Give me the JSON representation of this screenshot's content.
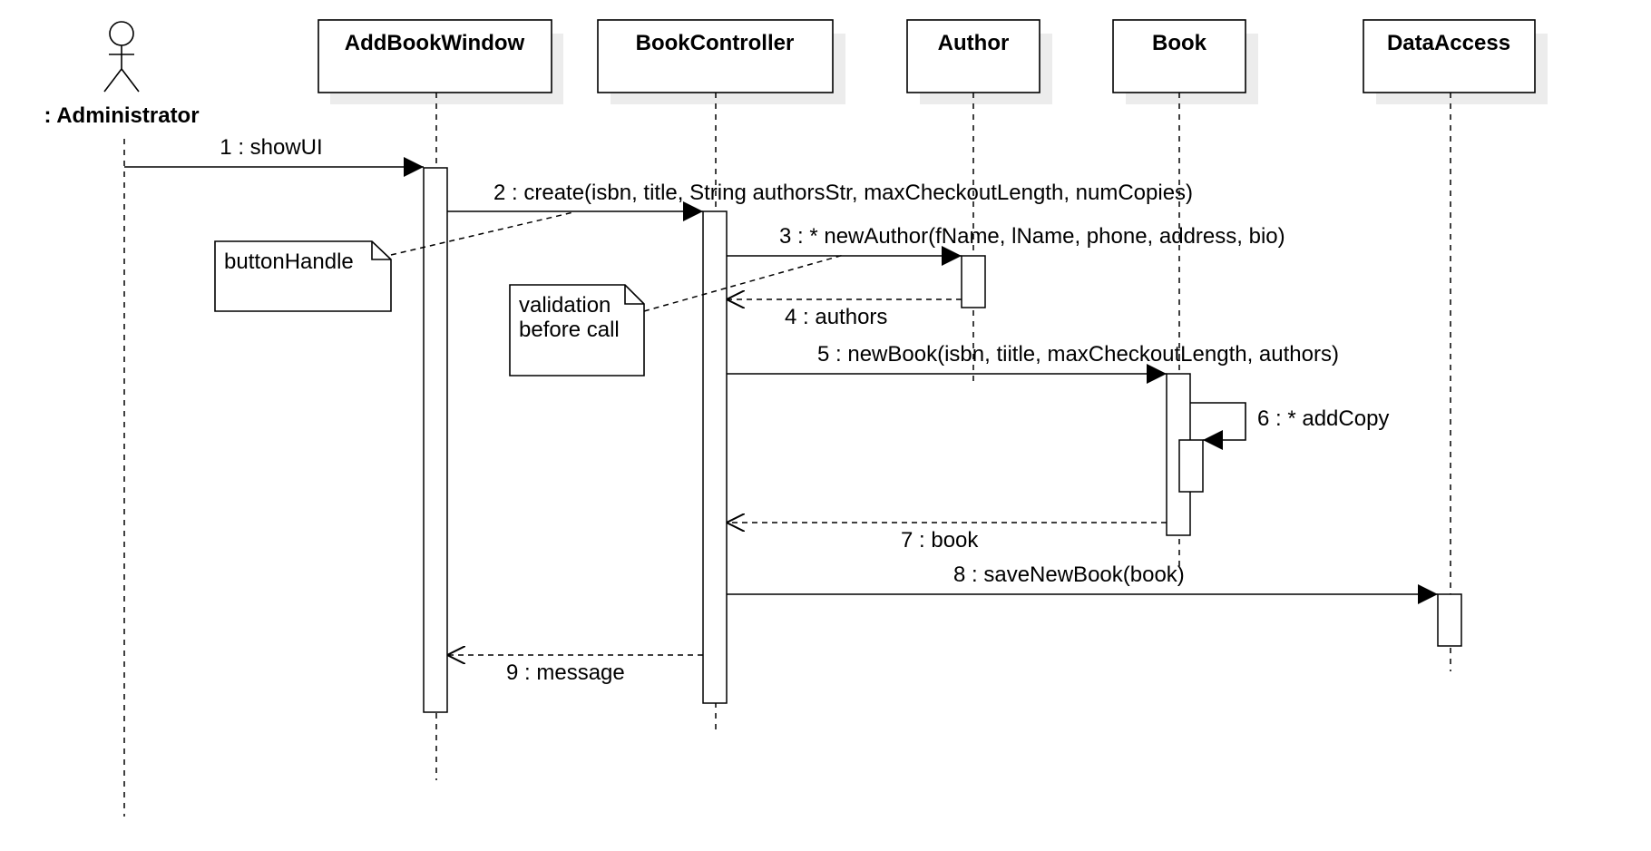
{
  "actor": {
    "label": ": Administrator"
  },
  "lifelines": [
    {
      "label": "AddBookWindow"
    },
    {
      "label": "BookController"
    },
    {
      "label": "Author"
    },
    {
      "label": "Book"
    },
    {
      "label": "DataAccess"
    }
  ],
  "messages": [
    {
      "label": "1 : showUI",
      "kind": "sync"
    },
    {
      "label": "2 : create(isbn, title, String authorsStr, maxCheckoutLength, numCopies)",
      "kind": "sync"
    },
    {
      "label": "3 : * newAuthor(fName, lName, phone, address, bio)",
      "kind": "sync"
    },
    {
      "label": "4 : authors",
      "kind": "return"
    },
    {
      "label": "5 : newBook(isbn, tiitle, maxCheckoutLength, authors)",
      "kind": "sync"
    },
    {
      "label": "6 : * addCopy",
      "kind": "self"
    },
    {
      "label": "7 : book",
      "kind": "return"
    },
    {
      "label": "8 : saveNewBook(book)",
      "kind": "sync"
    },
    {
      "label": "9 : message",
      "kind": "return"
    }
  ],
  "notes": [
    {
      "lines": [
        "buttonHandle"
      ]
    },
    {
      "lines": [
        "validation",
        "before call"
      ]
    }
  ]
}
